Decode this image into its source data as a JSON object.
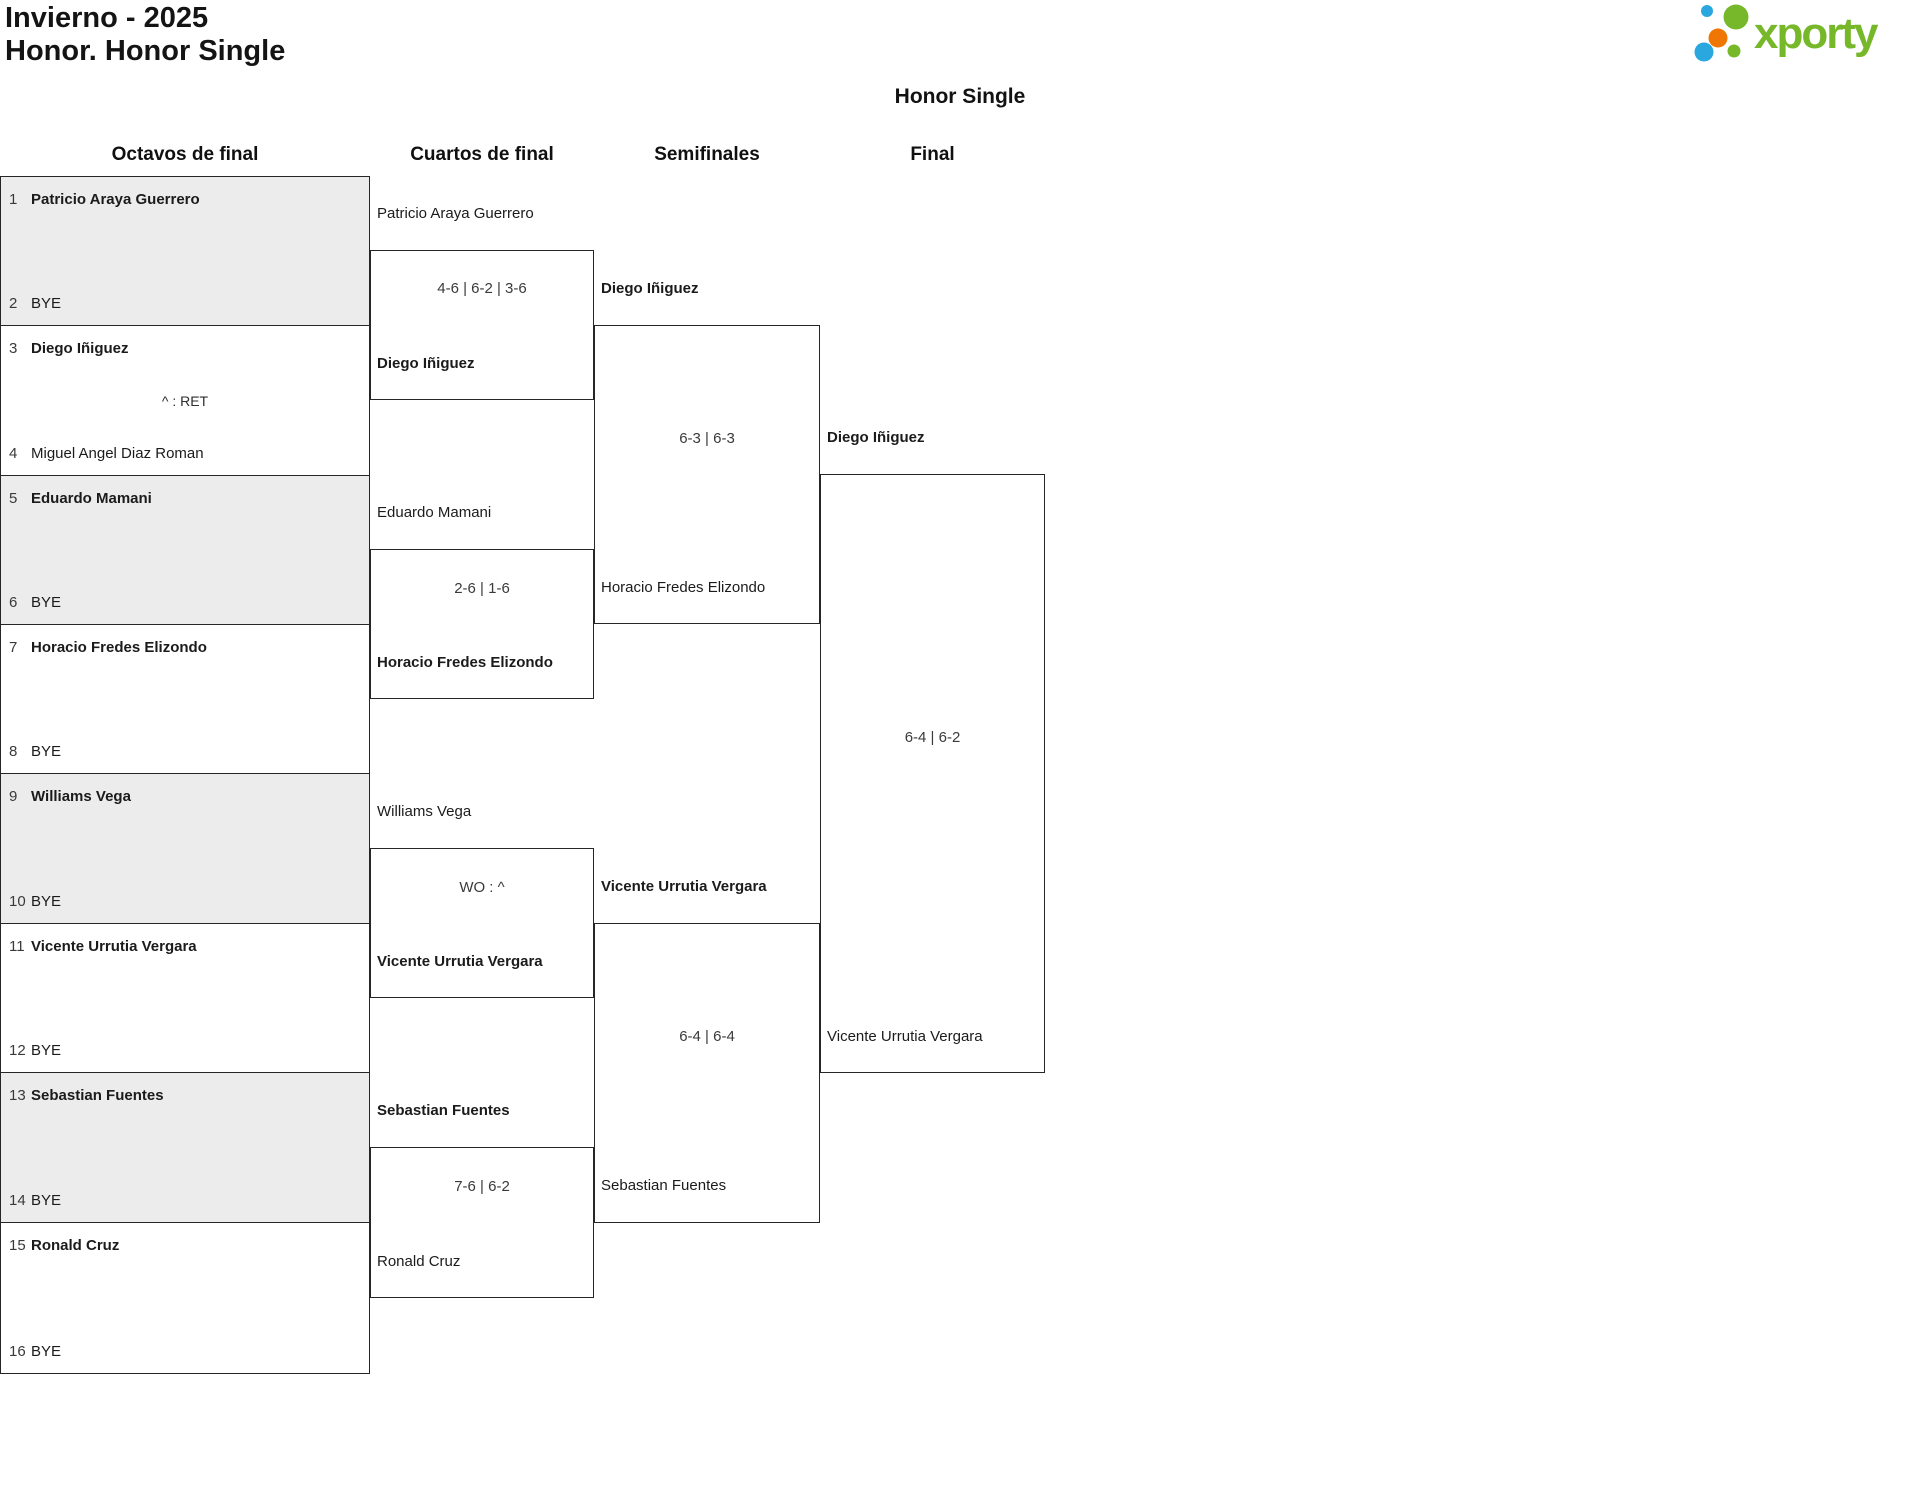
{
  "header": {
    "title_line1": "Invierno - 2025",
    "title_line2": "Honor. Honor Single",
    "bracket_title": "Honor Single",
    "logo_text": "xporty"
  },
  "round_headers": {
    "r16": "Octavos de final",
    "qf": "Cuartos de final",
    "sf": "Semifinales",
    "f": "Final"
  },
  "octavos": [
    {
      "seed_a": "1",
      "player_a": "Patricio Araya Guerrero",
      "seed_b": "2",
      "player_b": "BYE",
      "note": ""
    },
    {
      "seed_a": "3",
      "player_a": "Diego Iñiguez",
      "seed_b": "4",
      "player_b": "Miguel Angel Diaz Roman",
      "note": "^ : RET"
    },
    {
      "seed_a": "5",
      "player_a": "Eduardo Mamani",
      "seed_b": "6",
      "player_b": "BYE",
      "note": ""
    },
    {
      "seed_a": "7",
      "player_a": "Horacio Fredes Elizondo",
      "seed_b": "8",
      "player_b": "BYE",
      "note": ""
    },
    {
      "seed_a": "9",
      "player_a": "Williams Vega",
      "seed_b": "10",
      "player_b": "BYE",
      "note": ""
    },
    {
      "seed_a": "11",
      "player_a": "Vicente Urrutia Vergara",
      "seed_b": "12",
      "player_b": "BYE",
      "note": ""
    },
    {
      "seed_a": "13",
      "player_a": "Sebastian Fuentes",
      "seed_b": "14",
      "player_b": "BYE",
      "note": ""
    },
    {
      "seed_a": "15",
      "player_a": "Ronald Cruz",
      "seed_b": "16",
      "player_b": "BYE",
      "note": ""
    }
  ],
  "cuartos": [
    {
      "player_a": "Patricio Araya Guerrero",
      "score": "4-6 | 6-2 | 3-6",
      "player_b": "Diego Iñiguez",
      "winner": "b"
    },
    {
      "player_a": "Eduardo Mamani",
      "score": "2-6 | 1-6",
      "player_b": "Horacio Fredes Elizondo",
      "winner": "b"
    },
    {
      "player_a": "Williams Vega",
      "score": "WO : ^",
      "player_b": "Vicente Urrutia Vergara",
      "winner": "b"
    },
    {
      "player_a": "Sebastian Fuentes",
      "score": "7-6 | 6-2",
      "player_b": "Ronald Cruz",
      "winner": "a"
    }
  ],
  "semifinales": [
    {
      "player_a": "Diego Iñiguez",
      "score": "6-3 | 6-3",
      "player_b": "Horacio Fredes Elizondo",
      "winner": "a"
    },
    {
      "player_a": "Vicente Urrutia Vergara",
      "score": "6-4 | 6-4",
      "player_b": "Sebastian Fuentes",
      "winner": "a"
    }
  ],
  "final": {
    "player_a": "Diego Iñiguez",
    "score": "6-4 | 6-2",
    "player_b": "Vicente Urrutia Vergara",
    "winner": "a"
  },
  "colors": {
    "logo_green": "#76b82a",
    "logo_blue": "#2ba7df",
    "logo_orange": "#ee7601",
    "box_gray": "#ececec",
    "border": "#262626"
  }
}
